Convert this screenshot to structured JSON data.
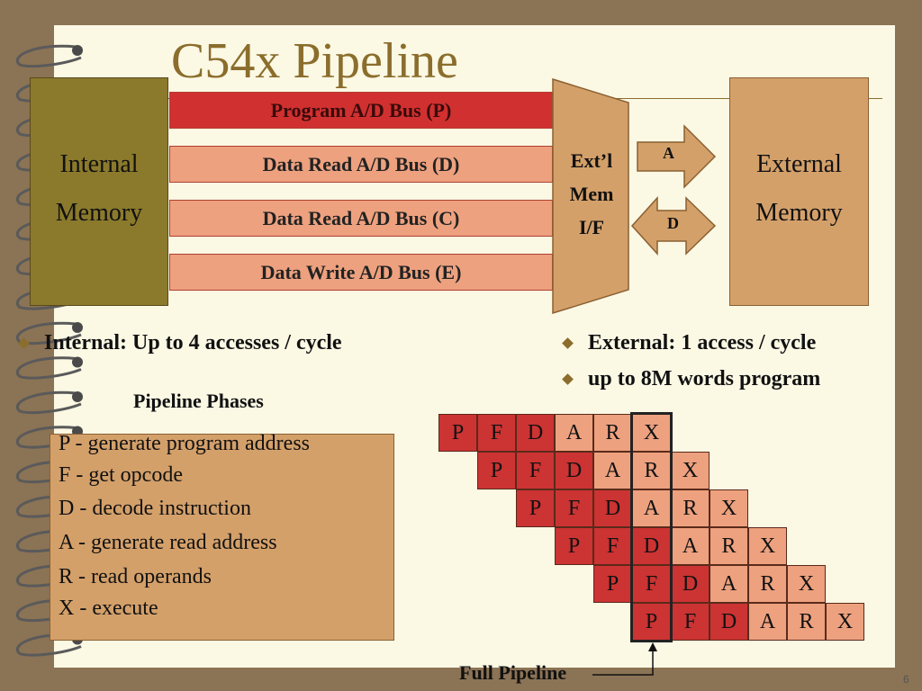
{
  "title": "C54x Pipeline",
  "internal_memory": {
    "line1": "Internal",
    "line2": "Memory"
  },
  "buses": [
    {
      "label": "Program A/D Bus (P)",
      "style": "p"
    },
    {
      "label": "Data Read A/D Bus (D)",
      "style": "d"
    },
    {
      "label": "Data Read A/D Bus (C)",
      "style": "d"
    },
    {
      "label": "Data Write A/D Bus (E)",
      "style": "d"
    }
  ],
  "ext_interface": {
    "line1": "Ext’l",
    "line2": "Mem",
    "line3": "I/F"
  },
  "arrows": {
    "address": "A",
    "data": "D"
  },
  "external_memory": {
    "line1": "External",
    "line2": "Memory"
  },
  "bullets": {
    "internal": "Internal:  Up to 4 accesses / cycle",
    "external": "External:  1 access / cycle",
    "program": "up to 8M words program"
  },
  "pipeline_phases": {
    "title": "Pipeline Phases",
    "items": [
      "P - generate program address",
      "F - get opcode",
      "D - decode instruction",
      "A - generate read address",
      "R - read operands",
      "X - execute"
    ]
  },
  "pipeline_grid": {
    "phases": [
      "P",
      "F",
      "D",
      "A",
      "R",
      "X"
    ],
    "instructions": 6,
    "colors": {
      "P": "#cc3333",
      "F": "#cc3333",
      "D": "#cc3333",
      "A": "#eda17f",
      "R": "#eda17f",
      "X": "#eda17f"
    },
    "highlight_column": 5
  },
  "full_pipeline_label": "Full Pipeline",
  "page_number": "6",
  "colors": {
    "background": "#8b7355",
    "slide": "#fbf8e4",
    "title": "#8b6d2c",
    "internal_memory": "#8b7a2c",
    "program_bus": "#d03030",
    "data_bus": "#eda17f",
    "external": "#d4a06a"
  }
}
